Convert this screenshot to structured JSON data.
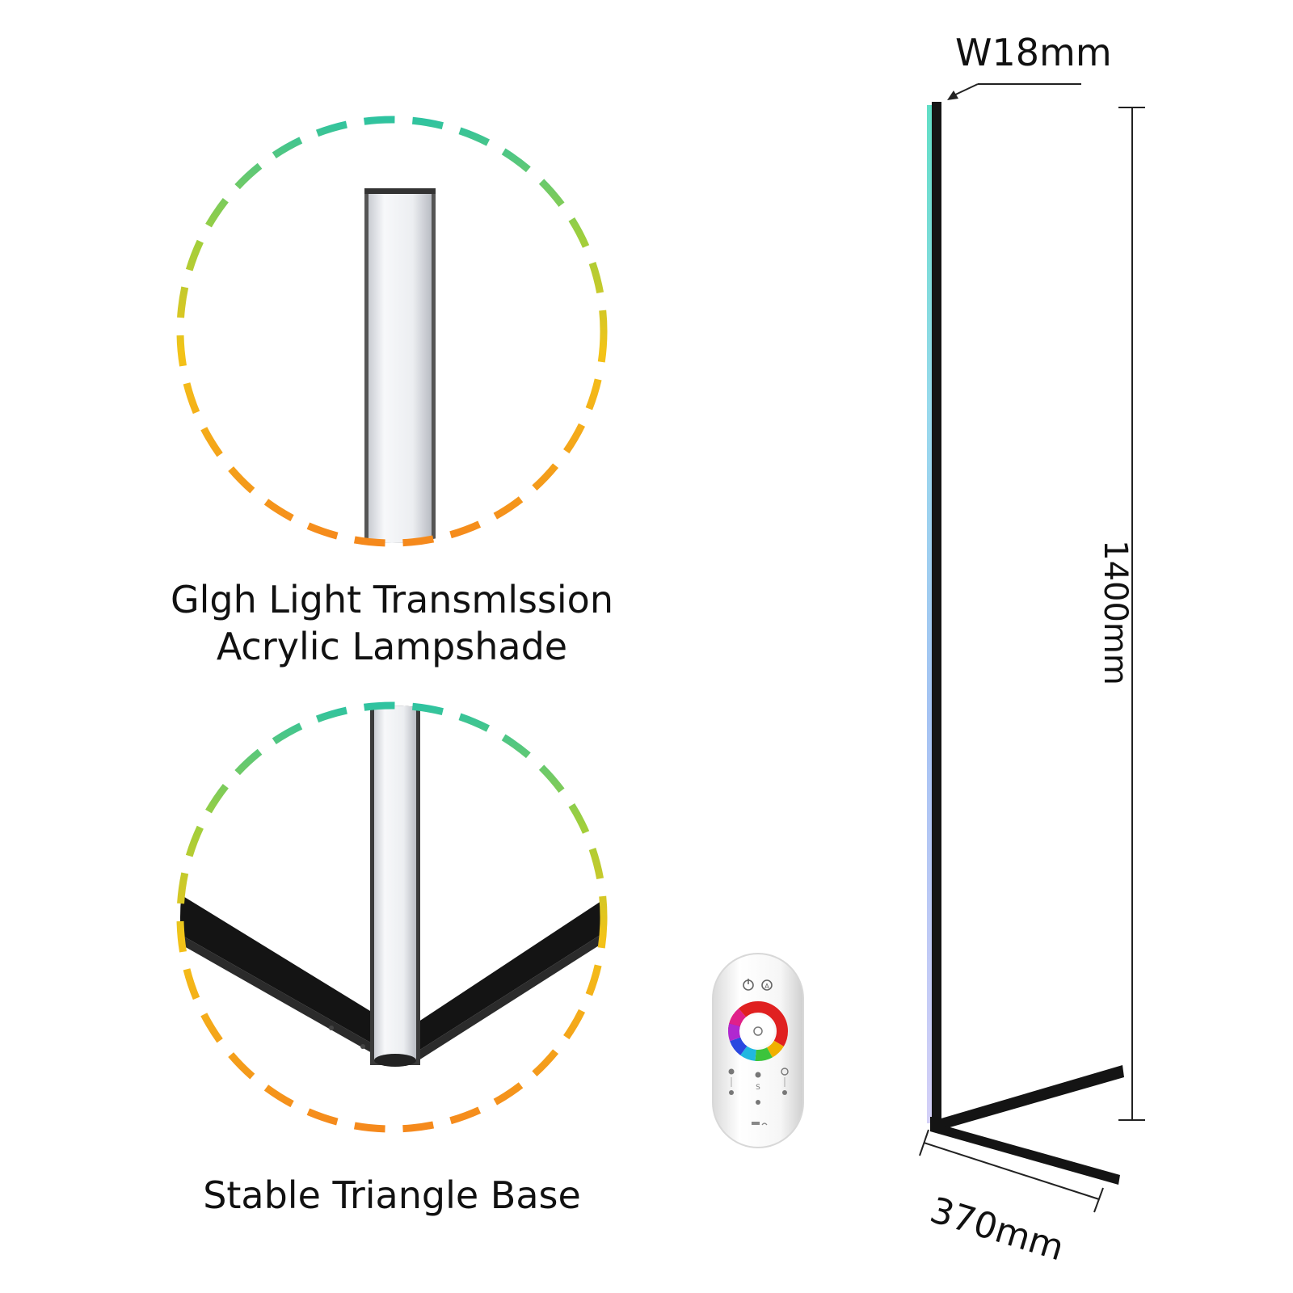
{
  "callouts": {
    "top": {
      "line1": "Glgh Light Transmlssion",
      "line2": "Acrylic Lampshade"
    },
    "bottom": {
      "line1": "Stable Triangle Base"
    }
  },
  "dimensions": {
    "width": "W18mm",
    "height": "1400mm",
    "base": "370mm"
  },
  "colors": {
    "ring_teal": "#2fc3a0",
    "ring_green": "#9fcf3c",
    "ring_yellow": "#f3c318",
    "ring_orange": "#f5891c",
    "lamp_frame": "#1b1b1b",
    "acrylic": "#eef0f3"
  },
  "remote": {
    "icons": [
      "power-icon",
      "mode-icon",
      "color-wheel-icon",
      "brightness-icon",
      "speed-icon",
      "white-light-icon",
      "wifi-icon"
    ]
  }
}
